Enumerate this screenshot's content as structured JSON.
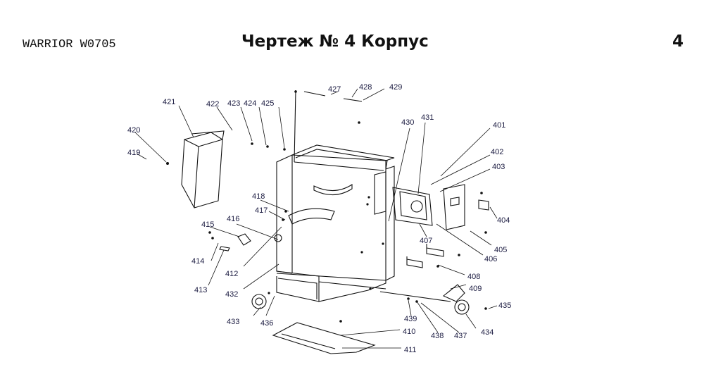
{
  "header": {
    "model": "WARRIOR W0705",
    "title": "Чертеж № 4 Корпус",
    "page_number": "4"
  },
  "parts": [
    {
      "id": "p401",
      "label": "401"
    },
    {
      "id": "p402",
      "label": "402"
    },
    {
      "id": "p403",
      "label": "403"
    },
    {
      "id": "p404",
      "label": "404"
    },
    {
      "id": "p405",
      "label": "405"
    },
    {
      "id": "p406",
      "label": "406"
    },
    {
      "id": "p407",
      "label": "407"
    },
    {
      "id": "p408",
      "label": "408"
    },
    {
      "id": "p409",
      "label": "409"
    },
    {
      "id": "p410",
      "label": "410"
    },
    {
      "id": "p411",
      "label": "411"
    },
    {
      "id": "p412",
      "label": "412"
    },
    {
      "id": "p413",
      "label": "413"
    },
    {
      "id": "p414",
      "label": "414"
    },
    {
      "id": "p415",
      "label": "415"
    },
    {
      "id": "p416",
      "label": "416"
    },
    {
      "id": "p417",
      "label": "417"
    },
    {
      "id": "p418",
      "label": "418"
    },
    {
      "id": "p419",
      "label": "419"
    },
    {
      "id": "p420",
      "label": "420"
    },
    {
      "id": "p421",
      "label": "421"
    },
    {
      "id": "p422",
      "label": "422"
    },
    {
      "id": "p423",
      "label": "423"
    },
    {
      "id": "p424",
      "label": "424"
    },
    {
      "id": "p425",
      "label": "425"
    },
    {
      "id": "p427",
      "label": "427"
    },
    {
      "id": "p428",
      "label": "428"
    },
    {
      "id": "p429",
      "label": "429"
    },
    {
      "id": "p430",
      "label": "430"
    },
    {
      "id": "p431",
      "label": "431"
    },
    {
      "id": "p432",
      "label": "432"
    },
    {
      "id": "p433",
      "label": "433"
    },
    {
      "id": "p434",
      "label": "434"
    },
    {
      "id": "p435",
      "label": "435"
    },
    {
      "id": "p436",
      "label": "436"
    },
    {
      "id": "p437",
      "label": "437"
    },
    {
      "id": "p438",
      "label": "438"
    },
    {
      "id": "p439",
      "label": "439"
    }
  ]
}
